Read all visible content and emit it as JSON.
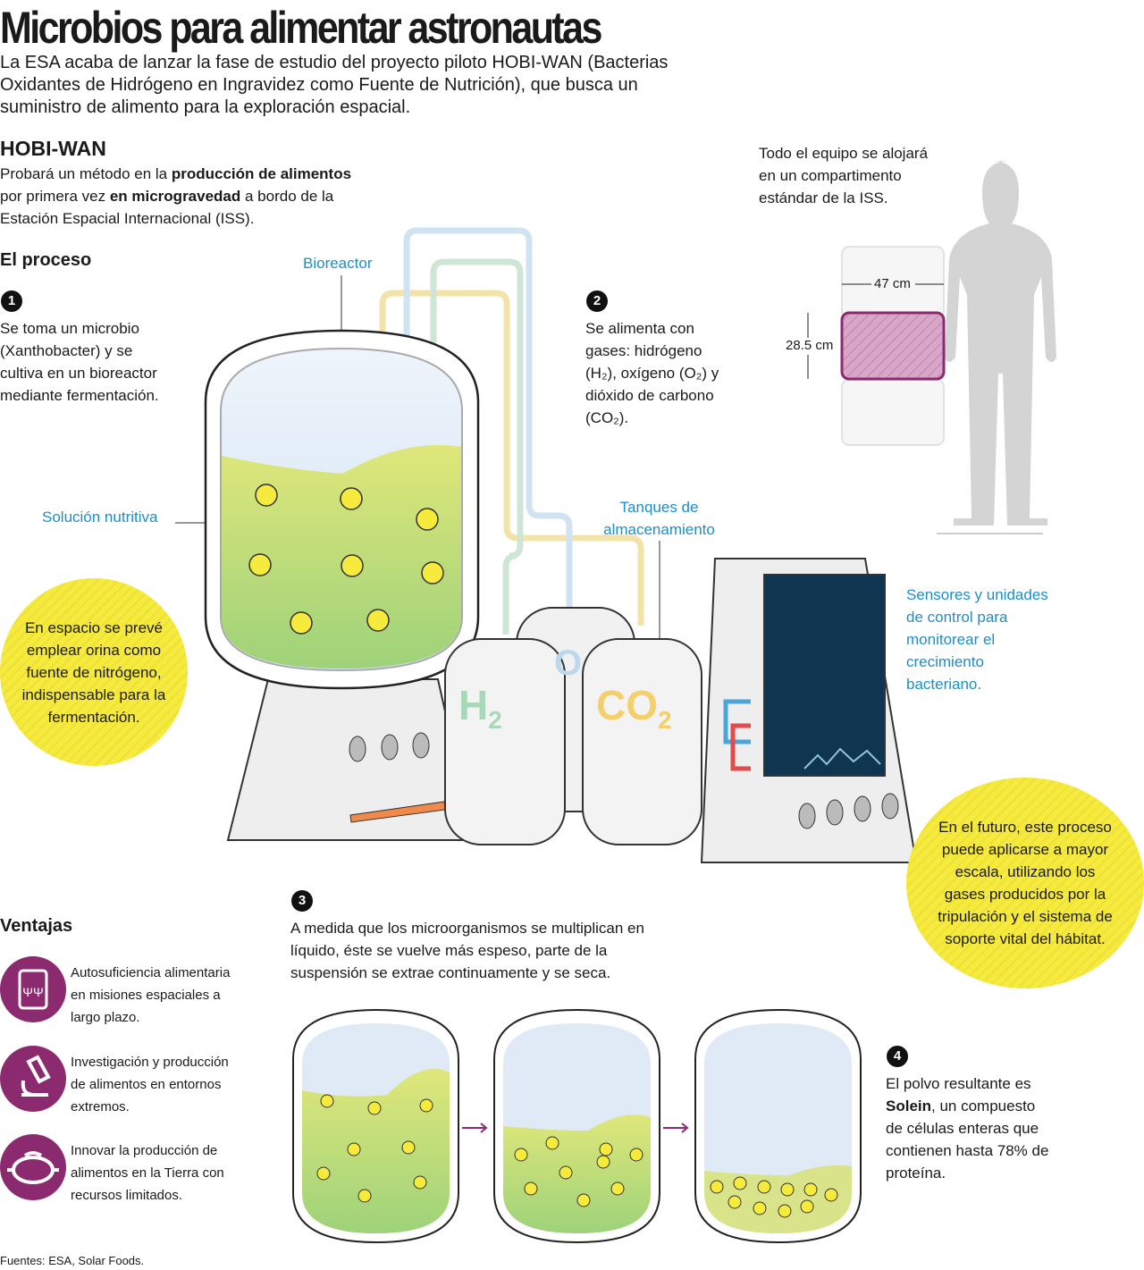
{
  "header": {
    "title": "Microbios para alimentar astronautas",
    "subtitle": "La ESA acaba de lanzar la fase de estudio del proyecto piloto HOBI-WAN (Bacterias Oxidantes de Hidrógeno en Ingravidez como Fuente de Nutrición), que busca un suministro de alimento para la exploración espacial."
  },
  "hobiwan": {
    "heading": "HOBI-WAN",
    "t1": "Probará un método en la ",
    "b1": "producción de alimentos",
    "t2": " por primera vez ",
    "b2": "en microgravedad",
    "t3": " a bordo de la Estación Espacial Internacional (ISS)."
  },
  "process": {
    "heading": "El proceso",
    "steps": [
      {
        "num": "1",
        "text": "Se toma un microbio (Xanthobacter) y se cultiva en un bioreactor mediante fermentación."
      },
      {
        "num": "2",
        "text": "Se alimenta con gases: hidrógeno (H₂), oxígeno (O₂) y dióxido de carbono (CO₂)."
      },
      {
        "num": "3",
        "text": "A medida que los microorganismos se multiplican en líquido, éste se vuelve más espeso, parte de la suspensión se extrae continuamente y se seca."
      },
      {
        "num": "4",
        "t1": "El polvo resultante es ",
        "b1": "Solein",
        "t2": ", un compuesto de células enteras que contienen hasta 78% de proteína."
      }
    ]
  },
  "labels": {
    "bioreactor": "Bioreactor",
    "nutrient": "Solución nutritiva",
    "tanks": "Tanques de almacenamiento",
    "sensors": "Sensores y unidades de control para monitorear el crecimiento bacteriano.",
    "h2": "H",
    "h2_sub": "2",
    "o2": "O",
    "co2": "CO",
    "co2_sub": "2"
  },
  "bubbles": {
    "urine": "En espacio se prevé emplear orina como fuente de nitrógeno, indispensable para la fermentación.",
    "future": "En el futuro, este proceso puede aplicarse a mayor escala, utilizando los gases producidos por la tripulación y el sistema de soporte vital del hábitat."
  },
  "compartment": {
    "text": "Todo el equipo se alojará en un compartimento estándar de la ISS.",
    "width": "47 cm",
    "height": "28.5 cm"
  },
  "advantages": {
    "heading": "Ventajas",
    "items": [
      {
        "icon": "food-can-icon",
        "text": "Autosuficiencia alimentaria en misiones espaciales a largo plazo."
      },
      {
        "icon": "microscope-icon",
        "text": "Investigación y producción de alimentos en entornos extremos."
      },
      {
        "icon": "cooking-pot-icon",
        "text": "Innovar la producción de alimentos en la Tierra con recursos limitados."
      }
    ]
  },
  "footer": {
    "sources": "Fuentes: ESA, Solar Foods."
  },
  "colors": {
    "accent_blue": "#1e8ec8",
    "purple": "#8c2a70",
    "yellow": "#f6ea3c"
  }
}
